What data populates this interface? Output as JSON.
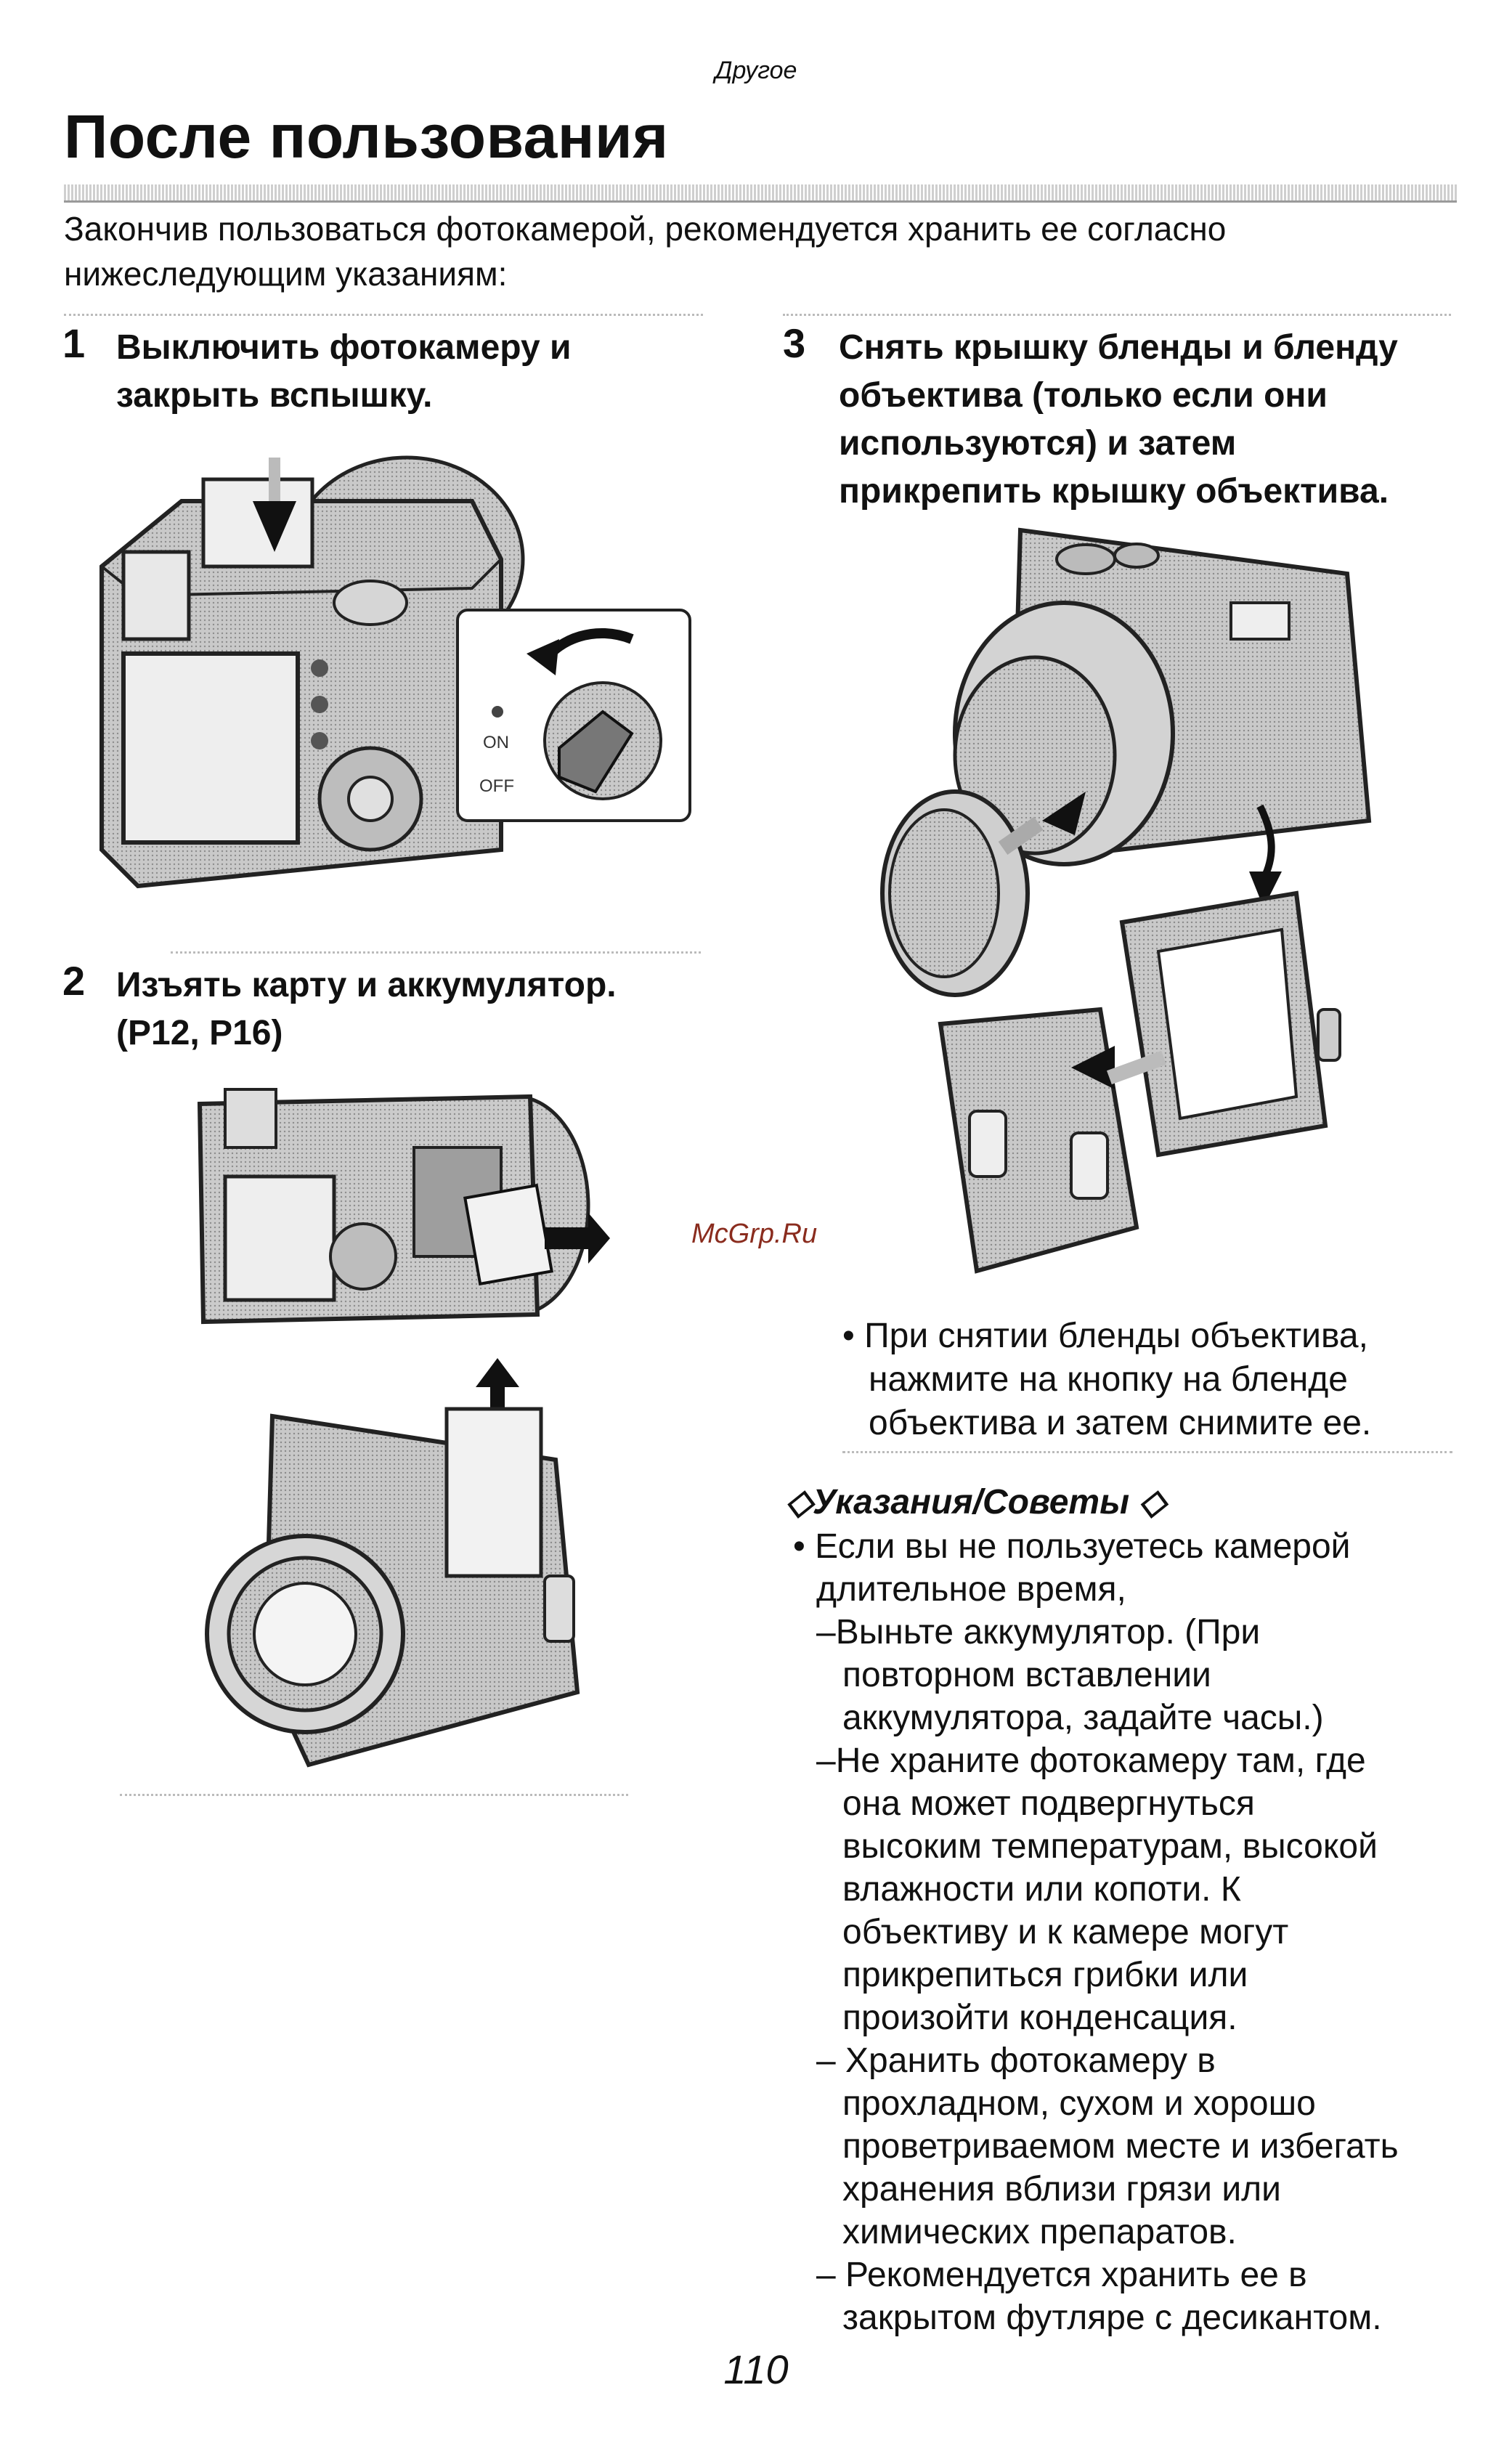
{
  "header": {
    "section_label": "Другое",
    "title": "После пользования"
  },
  "intro": {
    "line1": "Закончив пользоваться фотокамерой, рекомендуется хранить ее согласно",
    "line2": "нижеследующим указаниям:"
  },
  "steps": [
    {
      "number": "1",
      "line1": "Выключить фотокамеру и",
      "line2": "закрыть вспышку."
    },
    {
      "number": "2",
      "line1": "Изъять карту и аккумулятор.",
      "line2": "(P12, P16)"
    },
    {
      "number": "3",
      "line1": "Снять крышку бленды и бленду",
      "line2": "объектива (только если они",
      "line3": "используются) и затем",
      "line4": "прикрепить крышку объектива."
    }
  ],
  "switch": {
    "on_label": "ON",
    "off_label": "OFF"
  },
  "note": {
    "line1": "• При снятии бленды объектива,",
    "line2": "нажмите на кнопку на бленде",
    "line3": "объектива и затем снимите ее."
  },
  "tips": {
    "heading": "◇Указания/Советы ◇",
    "lines": [
      "• Если вы не пользуетесь камерой",
      "длительное время,",
      "–Выньте аккумулятор. (При",
      "повторном вставлении",
      "аккумулятора, задайте часы.)",
      "–Не храните фотокамеру там, где",
      "она может подвергнуться",
      "высоким температурам, высокой",
      "влажности или копоти. К",
      "объективу и к камере могут",
      "прикрепиться грибки или",
      "произойти конденсация.",
      "– Хранить фотокамеру в",
      "прохладном, сухом и хорошо",
      "проветриваемом месте и избегать",
      "хранения вблизи грязи или",
      "химических препаратов.",
      "– Рекомендуется хранить ее в",
      "закрытом футляре с десикантом."
    ]
  },
  "watermark": "McGrp.Ru",
  "page_number": "110"
}
